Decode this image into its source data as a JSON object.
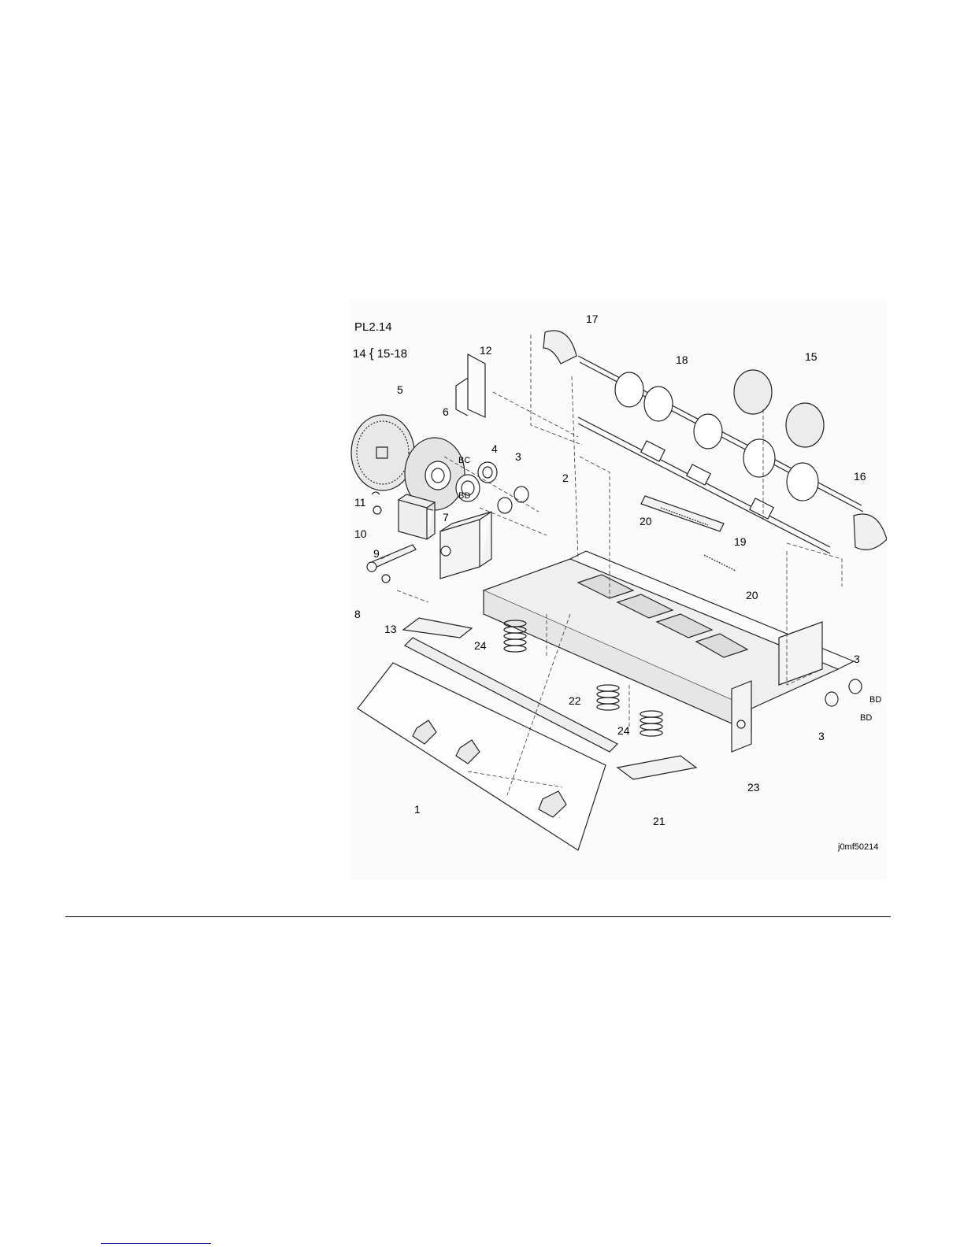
{
  "figure": {
    "plate": "PL2.14",
    "group_prefix": "14",
    "group_brace": "{",
    "group_range": "15-18",
    "image_code": "j0mf50214",
    "part_labels": [
      "17",
      "12",
      "18",
      "15",
      "5",
      "6",
      "4",
      "3",
      "2",
      "BC",
      "BD",
      "11",
      "7",
      "16",
      "10",
      "9",
      "20",
      "19",
      "20",
      "8",
      "13",
      "24",
      "3",
      "BD",
      "22",
      "24",
      "BD",
      "3",
      "23",
      "1",
      "21"
    ]
  }
}
